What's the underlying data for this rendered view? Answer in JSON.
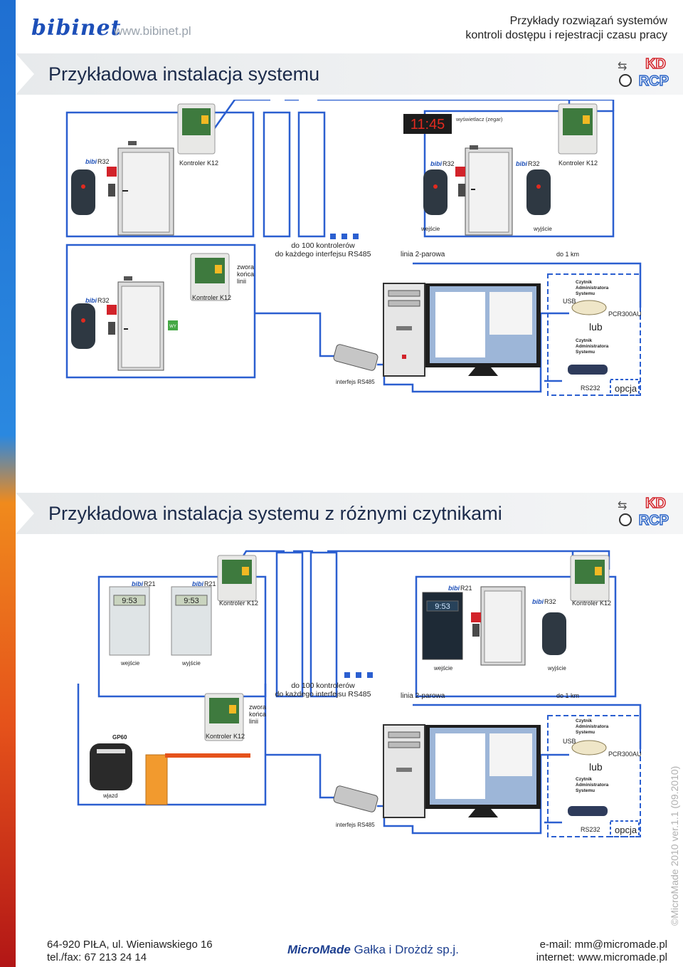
{
  "header": {
    "logo": "bibinet",
    "url": "www.bibinet.pl",
    "title_line1": "Przykłady rozwiązań systemów",
    "title_line2": "kontroli dostępu i rejestracji czasu pracy"
  },
  "badge": {
    "kd": "KD",
    "rcp": "RCP"
  },
  "section1": {
    "title": "Przykładowa instalacja systemu",
    "labels": {
      "display": "wyświetlacz (zegar)",
      "clock_digits": "11:45",
      "reader_r32": "R32",
      "controller": "Kontroler K12",
      "entry": "wejście",
      "exit": "wyjście",
      "max_controllers_1": "do 100 kontrolerów",
      "max_controllers_2": "do każdego interfejsu RS485",
      "line": "linia 2-parowa",
      "distance": "do 1 km",
      "jumper_1": "zwora",
      "jumper_2": "końca",
      "jumper_3": "linii",
      "admin_reader_1": "Czytnik",
      "admin_reader_2": "Administratora",
      "admin_reader_3": "Systemu",
      "usb": "USB",
      "or": "lub",
      "pcr": "PCR300AU",
      "rs232": "RS232",
      "option": "opcja",
      "rs485_interface": "interfejs RS485",
      "wy": "WY"
    }
  },
  "section2": {
    "title": "Przykładowa instalacja systemu z różnymi czytnikami",
    "labels": {
      "reader_r21": "R21",
      "reader_r32": "R32",
      "controller": "Kontroler K12",
      "entry": "wejście",
      "exit": "wyjście",
      "max_controllers_1": "do 100 kontrolerów",
      "max_controllers_2": "do każdego interfejsu RS485",
      "line": "linia 2-parowa",
      "distance": "do 1 km",
      "jumper_1": "zwora",
      "jumper_2": "końca",
      "jumper_3": "linii",
      "gp60": "GP60",
      "driveway": "wjazd",
      "admin_reader_1": "Czytnik",
      "admin_reader_2": "Administratora",
      "admin_reader_3": "Systemu",
      "usb": "USB",
      "or": "lub",
      "pcr": "PCR300AU",
      "rs232": "RS232",
      "option": "opcja",
      "rs485_interface": "interfejs RS485",
      "lcd_digits": "9:53"
    }
  },
  "footer": {
    "address_line1": "64-920 PIŁA, ul. Wieniawskiego 16",
    "address_line2": "tel./fax: 67 213 24 14",
    "brand_name": "MicroMade",
    "brand_rest": "Gałka i Drożdż sp.j.",
    "email": "e-mail: mm@micromade.pl",
    "internet": "internet: www.micromade.pl",
    "copyright": "©MicroMade 2010 ver.1.1 (09.2010)"
  },
  "colors": {
    "line_blue": "#2b5fd0",
    "title_navy": "#1b2a4a",
    "accent_red": "#d2232a",
    "option_box": "#2b5fd0"
  }
}
